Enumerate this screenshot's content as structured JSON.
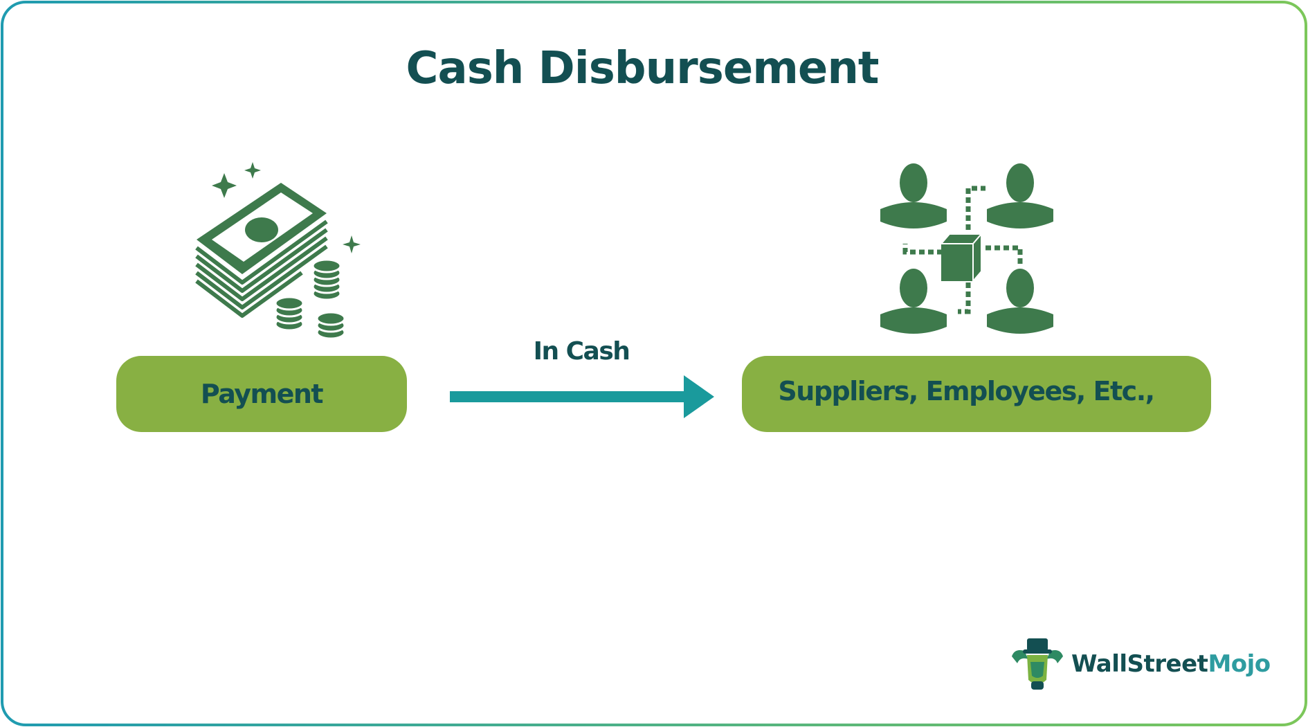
{
  "title": "Cash Disbursement",
  "left_box": {
    "label": "Payment",
    "icon": "money-stack-icon"
  },
  "arrow": {
    "label": "In Cash"
  },
  "right_box": {
    "label": "Suppliers, Employees, Etc.,",
    "icon": "people-network-icon"
  },
  "logo": {
    "part1": "WallStreet",
    "part2": "Mojo",
    "icon": "bull-mascot-icon"
  },
  "colors": {
    "title": "#134f52",
    "box_fill": "#88b043",
    "icon_green": "#3e7a4c",
    "arrow": "#1a9a9c",
    "border_start": "#1f9bb0",
    "border_end": "#7cc75a"
  }
}
